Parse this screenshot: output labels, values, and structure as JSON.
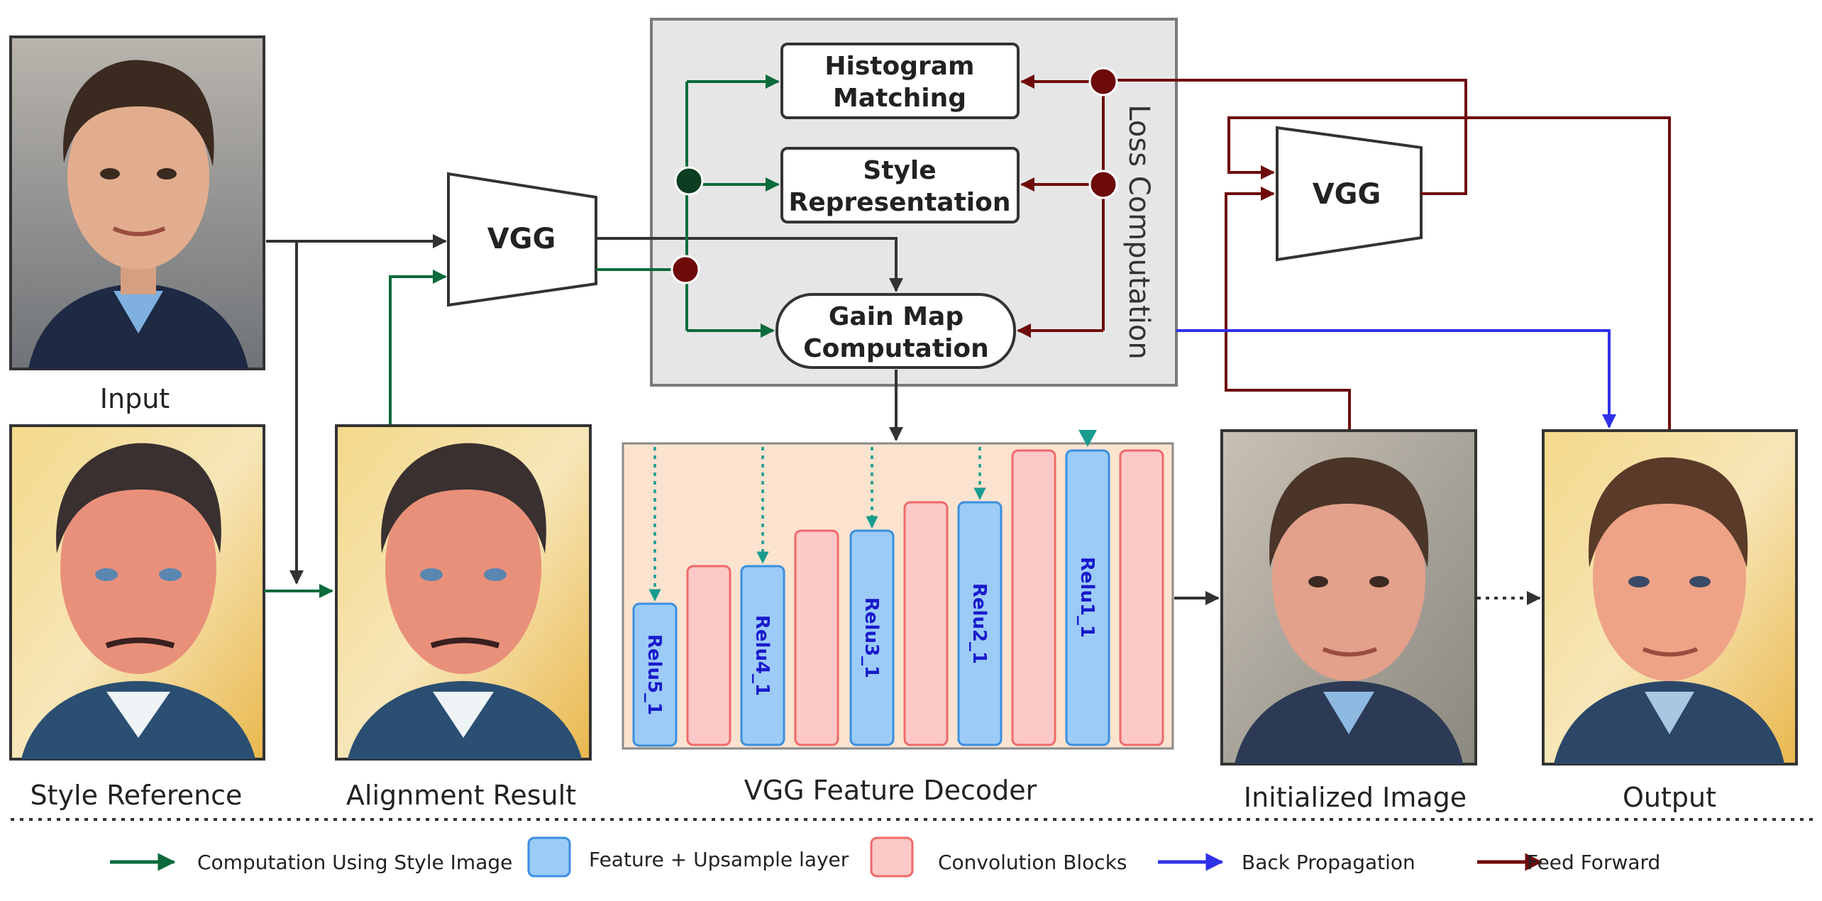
{
  "labels": {
    "input": "Input",
    "style_reference": "Style Reference",
    "alignment_result": "Alignment Result",
    "vgg_feature_decoder": "VGG Feature Decoder",
    "initialized_image": "Initialized Image",
    "output": "Output"
  },
  "blocks": {
    "vgg_left": "VGG",
    "vgg_right": "VGG",
    "histogram_1": "Histogram",
    "histogram_2": "Matching",
    "style_1": "Style",
    "style_2": "Representation",
    "gain_1": "Gain Map",
    "gain_2": "Computation",
    "loss_computation": "Loss Computation"
  },
  "decoder_layers": [
    "Relu5_1",
    "Relu4_1",
    "Relu3_1",
    "Relu2_1",
    "Relu1_1"
  ],
  "legend": {
    "style_computation": "Computation Using Style Image",
    "feature_upsample": "Feature + Upsample layer",
    "convolution_blocks": "Convolution Blocks",
    "back_propagation": "Back Propagation",
    "feed_forward": "Feed Forward"
  },
  "colors": {
    "style_green": "#0b6b3a",
    "feed_forward": "#6e0a0a",
    "back_prop": "#3030e8",
    "feature_fill": "#9ccbf7",
    "feature_stroke": "#3a8fe0",
    "conv_fill": "#fcc8c8",
    "conv_stroke": "#ee6a6a",
    "dotted_teal": "#179c8e",
    "decoder_bg": "#fbe3cf",
    "loss_bg": "#e6e6e6"
  }
}
